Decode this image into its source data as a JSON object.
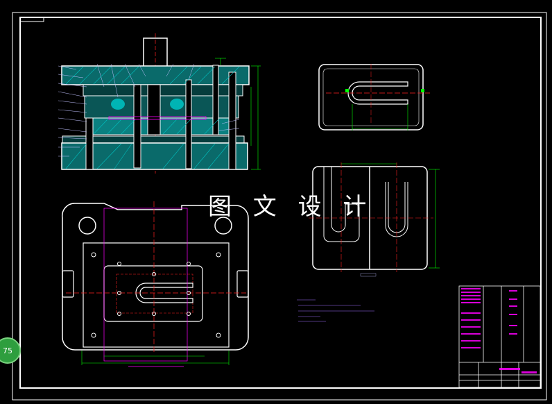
{
  "watermark": "图 文 设 计",
  "zoom_badge": "75",
  "colors": {
    "background": "#000000",
    "outline": "#ffffff",
    "hatch": "#00c8c8",
    "dimension": "#00ff00",
    "centerline": "#ff2020",
    "note": "#a070ff",
    "magenta": "#ff00ff"
  },
  "views": {
    "section": "section-view",
    "blank_plan": "blank-plan-view",
    "strip_layout": "strip-layout-view",
    "lower_die_plan": "lower-die-plan-view"
  }
}
